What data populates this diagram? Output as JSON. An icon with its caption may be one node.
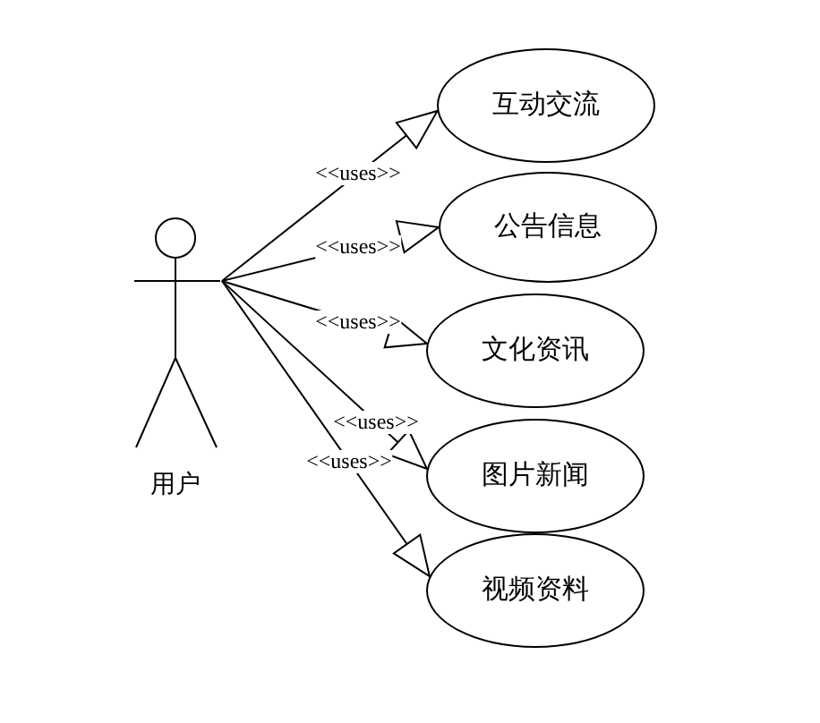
{
  "diagram": {
    "nodes": [
      {
        "text": [
          "用户"
        ]
      },
      {
        "text": [
          "互动交流"
        ]
      },
      {
        "text": [
          "公告信息"
        ]
      },
      {
        "text": [
          "文化资讯"
        ]
      },
      {
        "text": [
          "图片新闻"
        ]
      },
      {
        "text": [
          "视频资料"
        ]
      }
    ],
    "edges": [
      {
        "from": 0,
        "to": 1,
        "arrow": "to",
        "label": "<<uses>>"
      },
      {
        "from": 0,
        "to": 2,
        "arrow": "to",
        "label": "<<uses>>"
      },
      {
        "from": 0,
        "to": 3,
        "arrow": "to",
        "label": "<<uses>>"
      },
      {
        "from": 0,
        "to": 4,
        "arrow": "to",
        "label": "<<uses>>"
      },
      {
        "from": 0,
        "to": 5,
        "arrow": "to",
        "label": "<<uses>>"
      }
    ]
  }
}
